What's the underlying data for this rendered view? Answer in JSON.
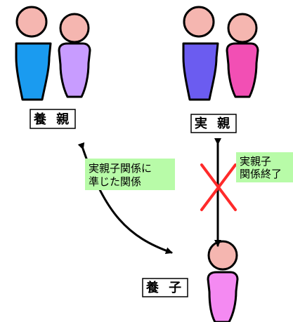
{
  "labels": {
    "adoptive_parents": "養 親",
    "biological_parents": "実 親",
    "adopted_child": "養 子"
  },
  "notes": {
    "left_line1": "実親子関係に",
    "left_line2": "準じた関係",
    "right_line1": "実親子",
    "right_line2": "関係終了"
  },
  "colors": {
    "skin": "#f5b6b0",
    "adoptive_father": "#1a9bf0",
    "adoptive_mother": "#c89cff",
    "bio_father": "#6b5cf0",
    "bio_mother": "#f24fb4",
    "child": "#f48af2",
    "note_bg": "#b8fba8",
    "cross": "#ff2a2a"
  },
  "icons": {
    "cross": "cross-icon"
  }
}
